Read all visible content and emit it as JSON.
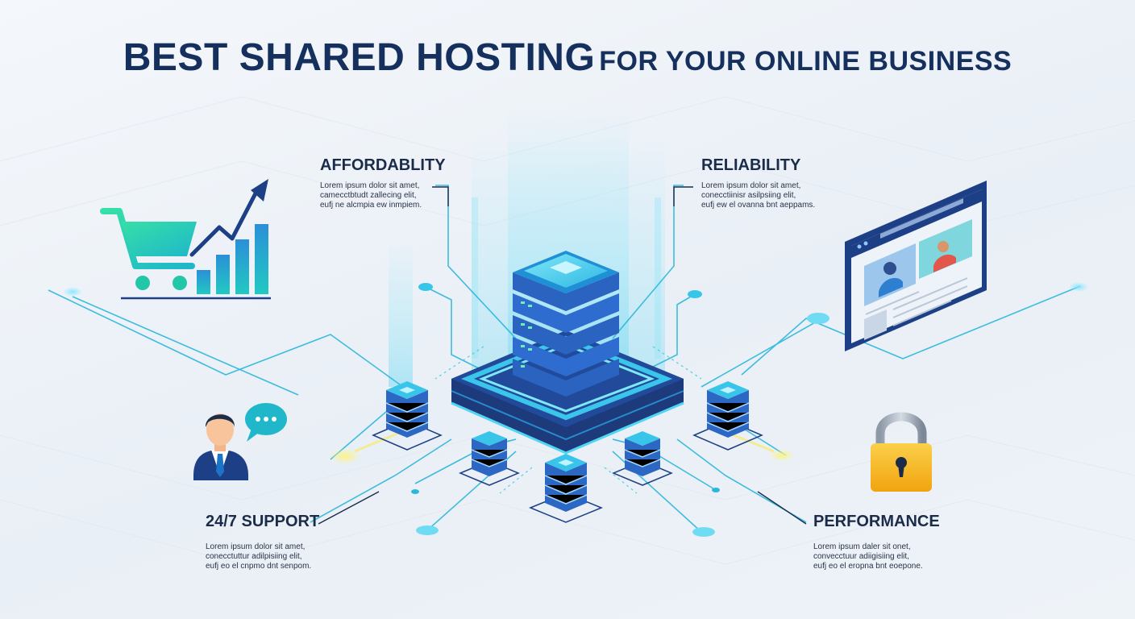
{
  "header": {
    "title_main": "BEST SHARED HOSTING",
    "title_rest": "FOR YOUR ONLINE BUSINESS"
  },
  "features": [
    {
      "id": "affordability",
      "title": "AFFORDABLITY",
      "lines": [
        "Lorem ipsum dolor sit amet,",
        "camecctbtudt zallecing elit,",
        "eufj ne alcmpia ew inmpiem."
      ]
    },
    {
      "id": "reliability",
      "title": "RELIABILITY",
      "lines": [
        "Lorem ipsum dolor sit amet,",
        "conecctiinisr asilpsiing elit,",
        "eufj ew el ovanna bnt aeppams."
      ]
    },
    {
      "id": "support",
      "title": "24/7 SUPPORT",
      "lines": [
        "Lorem ipsum dolor sit amet,",
        "conecctuttur adilpisiing elit,",
        "eufj eo el cnpmo dnt senpom."
      ]
    },
    {
      "id": "performance",
      "title": "PERFORMANCE",
      "lines": [
        "Lorem ipsum daler sit onet,",
        "convecctuur adiigisiing elit,",
        "eufj eo el eropna bnt eoepone."
      ]
    }
  ],
  "icons": {
    "cart_chart": "shopping-cart-growth-icon",
    "browser": "browser-window-icon",
    "support_agent": "support-agent-icon",
    "chat": "chat-bubble-icon",
    "lock": "padlock-icon",
    "server": "server-stack-icon"
  },
  "colors": {
    "title": "#16305e",
    "accent_cyan": "#19c4e6",
    "server_blue": "#2c67c4",
    "server_dark": "#1d3f86",
    "cart_green": "#2ed6a8",
    "lock_gold": "#f7b11c",
    "glow_yellow": "#f6ec7a"
  }
}
